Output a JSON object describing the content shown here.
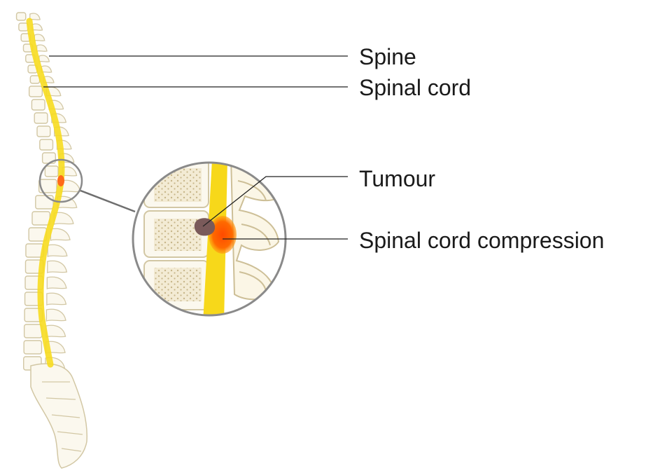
{
  "labels": {
    "spine": "Spine",
    "spinal_cord": "Spinal cord",
    "tumour": "Tumour",
    "compression": "Spinal cord compression"
  },
  "colors": {
    "bone_fill": "#fbf8ee",
    "bone_outline": "#d2c7a4",
    "spongy_bone": "#f1e8cf",
    "spongy_dots": "#c9b98f",
    "spinal_cord": "#f7dc1f",
    "tumour": "#7a5a5a",
    "compression": "#ff5a00",
    "magnifier_ring": "#8a8a8a",
    "leader_line": "#222222"
  }
}
